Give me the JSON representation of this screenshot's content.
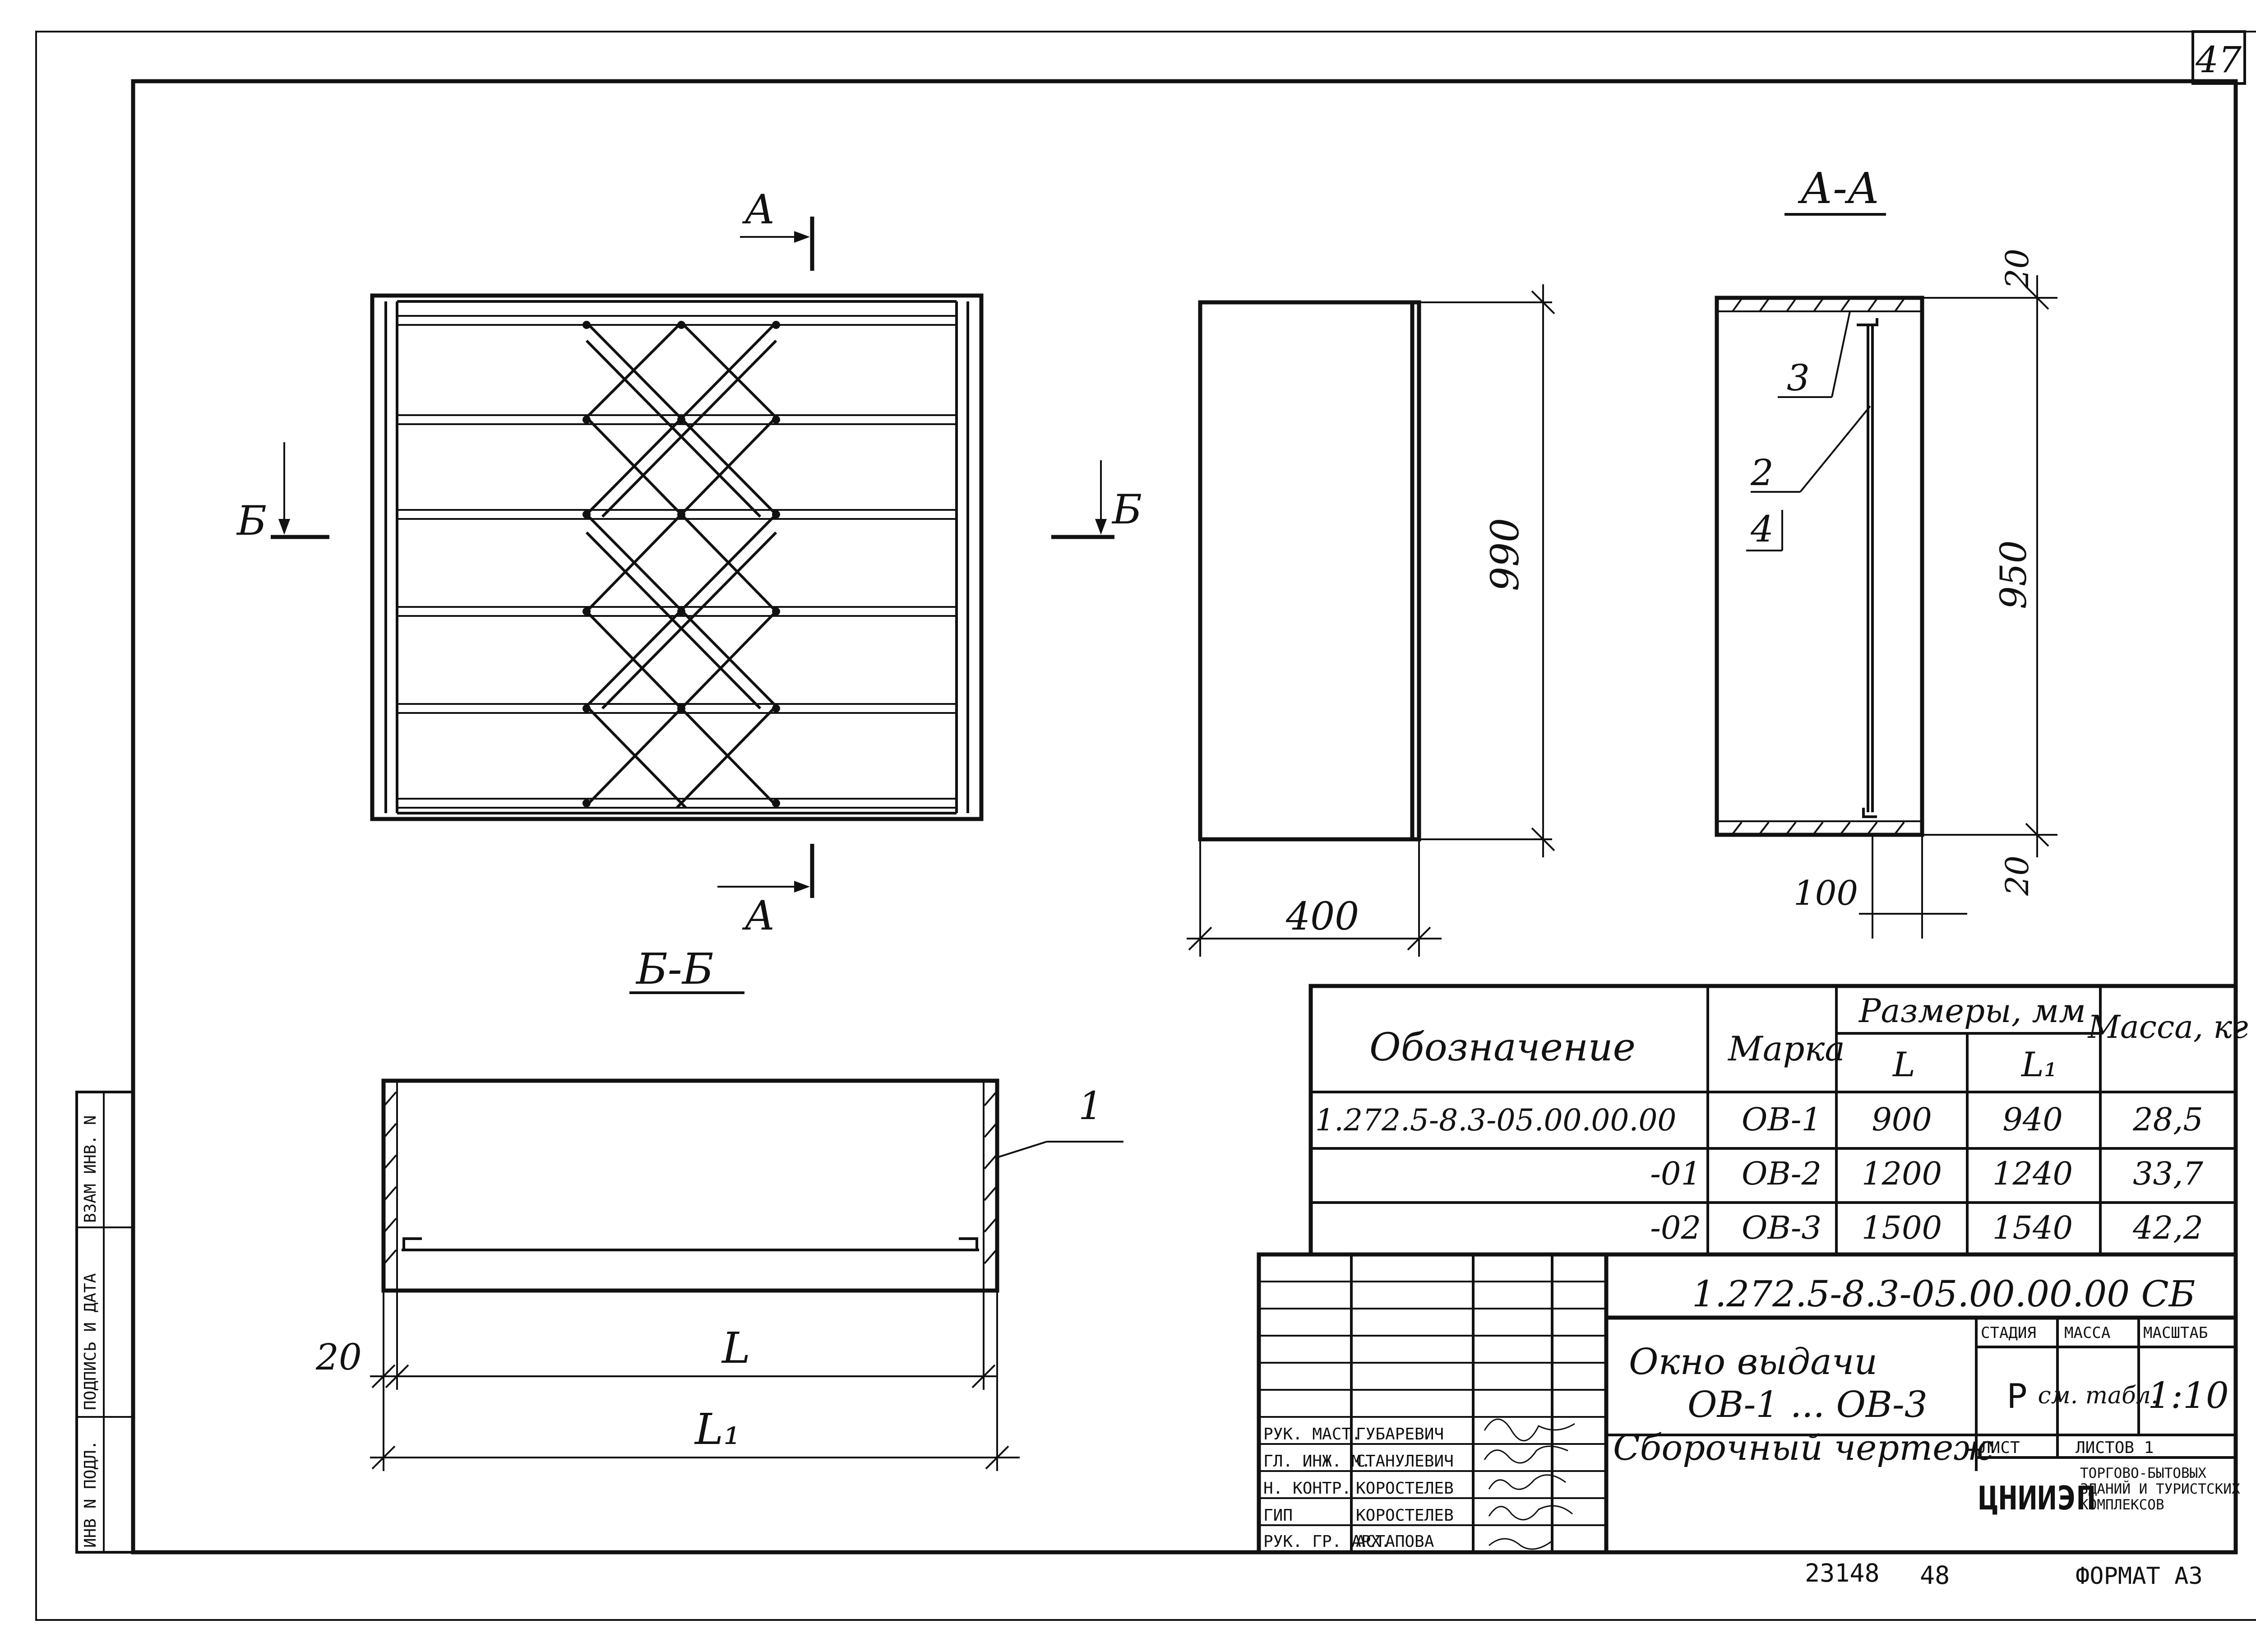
{
  "sheet": {
    "page_number": "47",
    "inventory_number": "23148",
    "copy_number": "48",
    "format_label": "ФОРМАТ А3"
  },
  "side_stamp": {
    "cells": [
      "ИНВ N ПОДЛ.",
      "ПОДПИСЬ И ДАТА",
      "ВЗАМ ИНВ. N"
    ]
  },
  "views": {
    "front": {
      "section_b_left": "Б",
      "section_b_right": "Б",
      "section_a_top": "А",
      "section_a_bottom": "А",
      "caption": "Б-Б"
    },
    "side": {
      "dim_height": "990",
      "dim_width": "400"
    },
    "section_aa": {
      "title": "А-А",
      "dim_top": "20",
      "dim_height": "950",
      "dim_bottom": "20",
      "dim_offset": "100",
      "callout_3": "3",
      "callout_2": "2",
      "callout_4": "4"
    },
    "plan": {
      "dim_edge": "20",
      "dim_L": "L",
      "dim_L1": "L₁",
      "callout_1": "1"
    }
  },
  "spec_table": {
    "headers": {
      "designation": "Обозначение",
      "mark": "Марка",
      "sizes": "Размеры, мм",
      "L": "L",
      "L1": "L₁",
      "mass": "Масса, кг"
    },
    "rows": [
      {
        "designation": "1.272.5-8.3-05.00.00.00",
        "mark": "ОВ-1",
        "L": "900",
        "L1": "940",
        "mass": "28,5"
      },
      {
        "designation": "-01",
        "mark": "ОВ-2",
        "L": "1200",
        "L1": "1240",
        "mass": "33,7"
      },
      {
        "designation": "-02",
        "mark": "ОВ-3",
        "L": "1500",
        "L1": "1540",
        "mass": "42,2"
      }
    ]
  },
  "title_block": {
    "document_code": "1.272.5-8.3-05.00.00.00 СБ",
    "title_line1": "Окно выдачи",
    "title_line2": "ОВ-1 ... ОВ-3",
    "title_line3": "Сборочный чертеж",
    "stage_label": "СТАДИЯ",
    "mass_label": "МАССА",
    "scale_label": "МАСШТАБ",
    "stage_value": "Р",
    "mass_value": "см. табл.",
    "scale_value": "1:10",
    "sheet_label": "ЛИСТ",
    "sheets_label": "ЛИСТОВ 1",
    "org_logo": "ЦНИИЭП",
    "org_line1": "ТОРГОВО-БЫТОВЫХ",
    "org_line2": "ЗДАНИЙ И ТУРИСТСКИХ",
    "org_line3": "КОМПЛЕКСОВ",
    "signatories": [
      {
        "role": "РУК. МАСТ.",
        "name": "ГУБАРЕВИЧ"
      },
      {
        "role": "ГЛ. ИНЖ. М.",
        "name": "СТАНУЛЕВИЧ"
      },
      {
        "role": "Н. КОНТР.",
        "name": "КОРОСТЕЛЕВ"
      },
      {
        "role": "ГИП",
        "name": "КОРОСТЕЛЕВ"
      },
      {
        "role": "РУК. ГР. АРХ.",
        "name": "АСТАПОВА"
      }
    ]
  }
}
